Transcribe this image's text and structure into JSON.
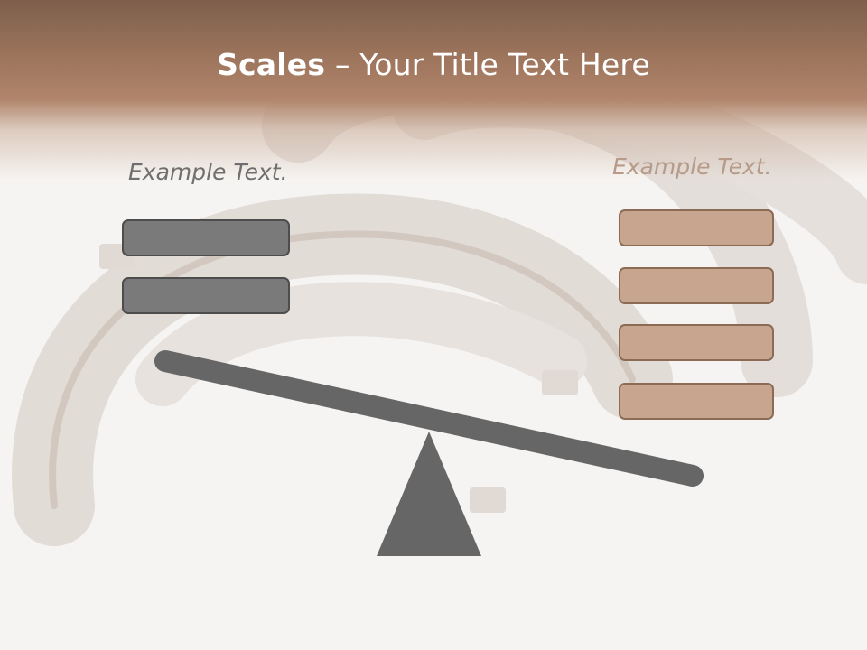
{
  "slide": {
    "title_bold": "Scales",
    "title_rest": " – Your Title Text Here",
    "left_label": "Example Text.",
    "right_label": "Example Text."
  },
  "colors": {
    "header": "#9a725a",
    "left_boxes": "#7a7a7a",
    "right_boxes": "#c7a58e",
    "scale": "#666666"
  },
  "left_stack": {
    "box_count": 2
  },
  "right_stack": {
    "box_count": 4
  }
}
